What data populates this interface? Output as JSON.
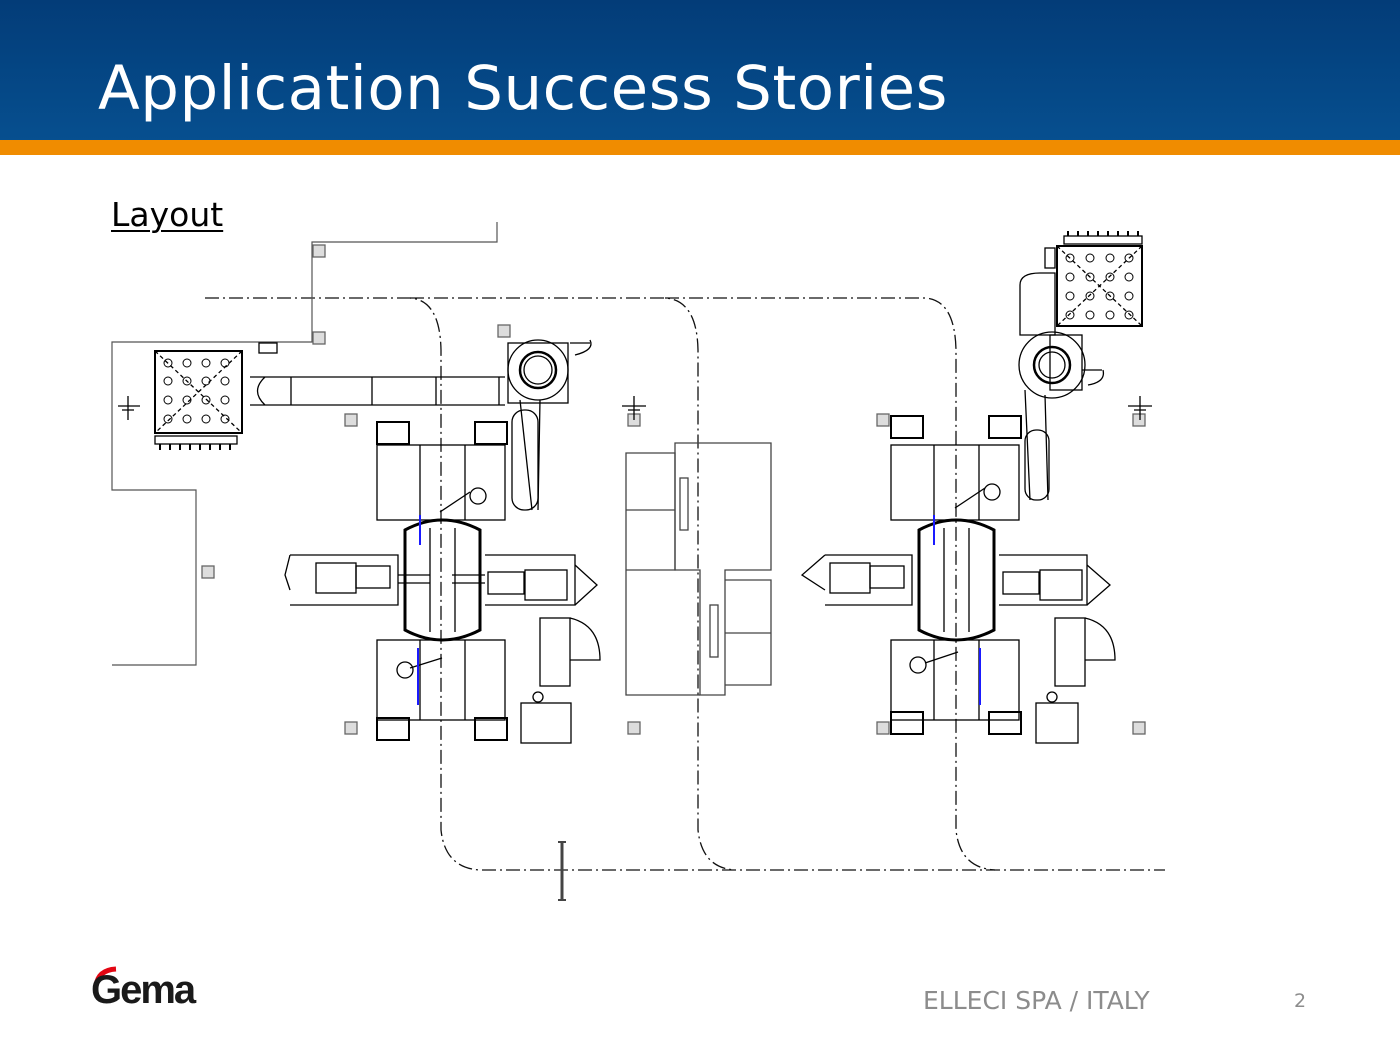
{
  "header": {
    "title": "Application Success Stories",
    "bg_color": "#034482",
    "accent_bar_color": "#f08c00"
  },
  "section": {
    "title": "Layout"
  },
  "drawing": {
    "description": "Plant layout floor plan with two robotic spray booth cells, conveyor path, filter units and fans",
    "line_color": "#000000",
    "highlight_color": "#1a1aff"
  },
  "footer": {
    "logo_text": "Gema",
    "logo_accent_color": "#e30613",
    "company": "ELLECI SPA / ITALY",
    "page_number": "2"
  }
}
